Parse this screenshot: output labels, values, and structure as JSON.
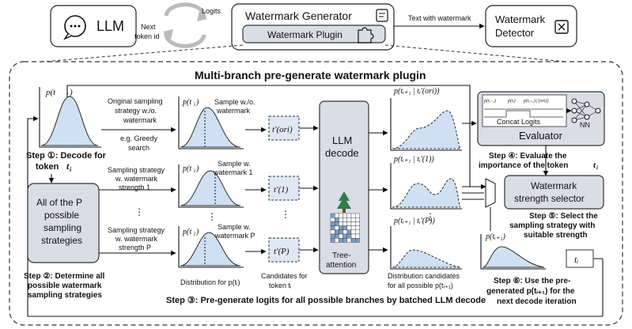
{
  "top": {
    "llm": "LLM",
    "logits": "Logits",
    "next_token_id_1": "Next",
    "next_token_id_2": "token id",
    "watermark_generator": "Watermark Generator",
    "watermark_plugin": "Watermark Plugin",
    "text_with_watermark": "Text with watermark",
    "detector_1": "Watermark",
    "detector_2": "Detector"
  },
  "main": {
    "title": "Multi-branch pre-generate watermark plugin",
    "p_ti": "p(t",
    "step1_a": "Step ①: Decode for",
    "step1_b": "token",
    "original_1": "Original sampling",
    "original_2": "strategy w./o.",
    "original_3": "watermark",
    "greedy_1": "e.g. Greedy",
    "greedy_2": "search",
    "sample_wo_1": "Sample w./o.",
    "sample_wo_2": "watermark",
    "strat1_1": "Sampling strategy",
    "strat1_2": "w. watermark",
    "strat1_3": "strength 1",
    "sample_w1_1": "Sample w.",
    "sample_w1_2": "watermark 1",
    "stratP_1": "Sampling strategy",
    "stratP_2": "w. watermark",
    "stratP_3": "strength P",
    "sample_wP_1": "Sample w.",
    "sample_wP_2": "watermark P",
    "all_p_1": "All of the P",
    "all_p_2": "possible",
    "all_p_3": "sampling",
    "all_p_4": "strategies",
    "dots": "⋮",
    "cand_ori": "t′(ori)",
    "cand_1": "t′(1)",
    "cand_P": "t′(P)",
    "llm_decode_1": "LLM",
    "llm_decode_2": "decode",
    "tree_1": "Tree-",
    "tree_2": "attention",
    "p_next_ori": "p(tᵢ₊₁ | tᵢ′(ori))",
    "p_next_1": "p(tᵢ₊₁ | tᵢ′(1))",
    "p_next_P": "p(tᵢ₊₁ | tᵢ′(P))",
    "concat_logits": "Concat Logits",
    "nn": "NN",
    "evaluator": "Evaluator",
    "mini_1": "p(tᵢ₋₁)",
    "mini_2": "p(tᵢ)",
    "mini_3": "p(tᵢ₊₁|tᵢ′(ori))",
    "step4_1": "Step ④: Evaluate the",
    "step4_2": "importance of the token",
    "selector_1": "Watermark",
    "selector_2": "strength selector",
    "step5_1": "Step ⑤: Select the",
    "step5_2": "sampling strategy with",
    "step5_3": "suitable strength",
    "p_final": "p(tᵢ₊₁)",
    "ti_box": "tᵢ",
    "step2_1": "Step ②: Determine all",
    "step2_2": "possible watermark",
    "step2_3": "sampling strategies",
    "dist_for": "Distribution for p(tᵢ)",
    "cand_for_1": "Candidates for",
    "cand_for_2": "token tᵢ",
    "dist_cand_1": "Distribution candidates",
    "dist_cand_2": "for all possible p(tᵢ₊₁)",
    "step3": "Step ③: Pre-generate logits for all possible branches by batched LLM decode",
    "step6_1": "Step ⑥: Use the pre-",
    "step6_2": "generated p(tᵢ₊₁) for the",
    "step6_3": "next decode iteration"
  },
  "icons": [
    "chat-bubble-icon",
    "refresh-cycle-icon",
    "receipt-icon",
    "puzzle-icon",
    "checkbox-x-icon",
    "tree-icon",
    "grid-icon",
    "neural-net-icon",
    "multiplexer-icon"
  ],
  "colors": {
    "fill_blue": "#cfe0f3",
    "box_gray": "#d9dde6"
  }
}
